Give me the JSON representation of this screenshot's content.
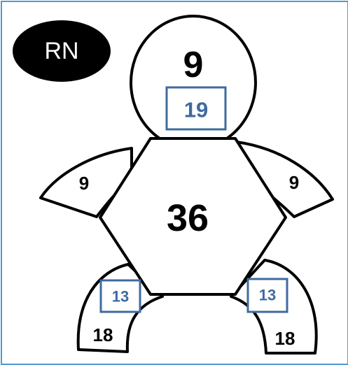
{
  "badge": {
    "label": "RN"
  },
  "head": {
    "value": "9",
    "box_value": "19"
  },
  "body": {
    "value": "36"
  },
  "left_arm": {
    "value": "9"
  },
  "right_arm": {
    "value": "9"
  },
  "left_leg": {
    "box_value": "13",
    "value": "18"
  },
  "right_leg": {
    "box_value": "13",
    "value": "18"
  },
  "colors": {
    "frame": "#4f9ad0",
    "box": "#3f6aa1",
    "badge": "#000000",
    "outline": "#000000"
  }
}
